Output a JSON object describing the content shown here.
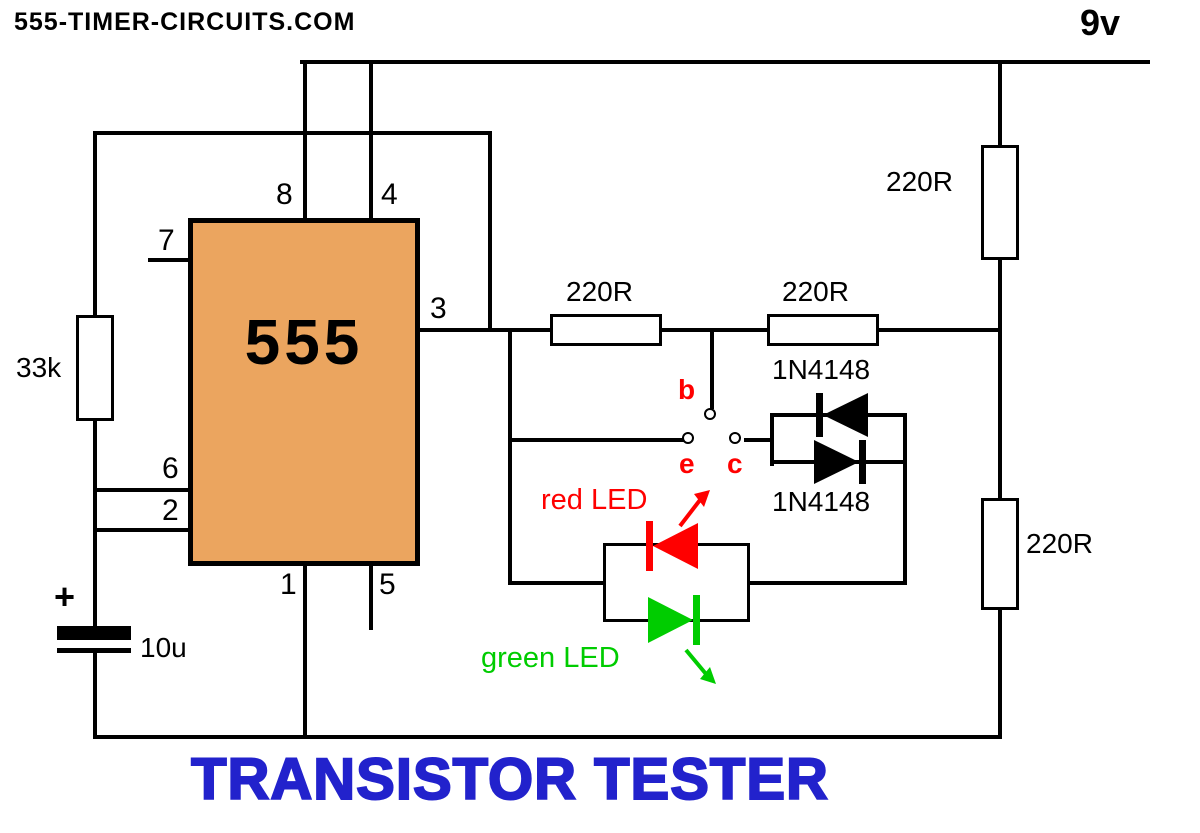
{
  "header": {
    "site": "555-TIMER-CIRCUITS.COM",
    "supply_voltage": "9v"
  },
  "title": "TRANSISTOR TESTER",
  "ic": {
    "label": "555",
    "pins": {
      "p1": "1",
      "p2": "2",
      "p3": "3",
      "p4": "4",
      "p5": "5",
      "p6": "6",
      "p7": "7",
      "p8": "8"
    }
  },
  "resistors": {
    "timing": "33k",
    "top_right": "220R",
    "bottom_right": "220R",
    "output_left": "220R",
    "output_right": "220R"
  },
  "capacitor": {
    "value": "10u",
    "polarity": "+"
  },
  "diodes": {
    "top": "1N4148",
    "bottom": "1N4148"
  },
  "leds": {
    "red": "red LED",
    "green": "green LED"
  },
  "test_points": {
    "base": "b",
    "emitter": "e",
    "collector": "c"
  },
  "colors": {
    "ic_fill": "#EBA55F",
    "title_blue": "#2222CC",
    "led_red": "#FF0000",
    "led_green": "#00CC00",
    "wire": "#000000"
  }
}
